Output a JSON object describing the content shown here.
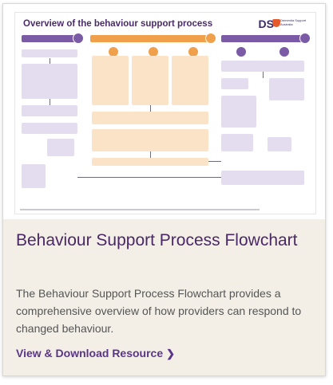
{
  "thumbnail": {
    "doc_title": "Overview of the behaviour support process",
    "logo_text": "DS",
    "logo_sub": "Dementia Support Australia",
    "colors": {
      "purple": "#7b5ba6",
      "orange": "#f0a04b",
      "box_purple": "#e4dcef",
      "box_orange": "#fbe3c8"
    }
  },
  "card": {
    "title": "Behaviour Support Process Flowchart",
    "description": "The Behaviour Support Process Flowchart provides a comprehensive overview of how providers can respond to changed behaviour.",
    "link_label": "View & Download Resource",
    "link_icon": "chevron-right-icon"
  }
}
